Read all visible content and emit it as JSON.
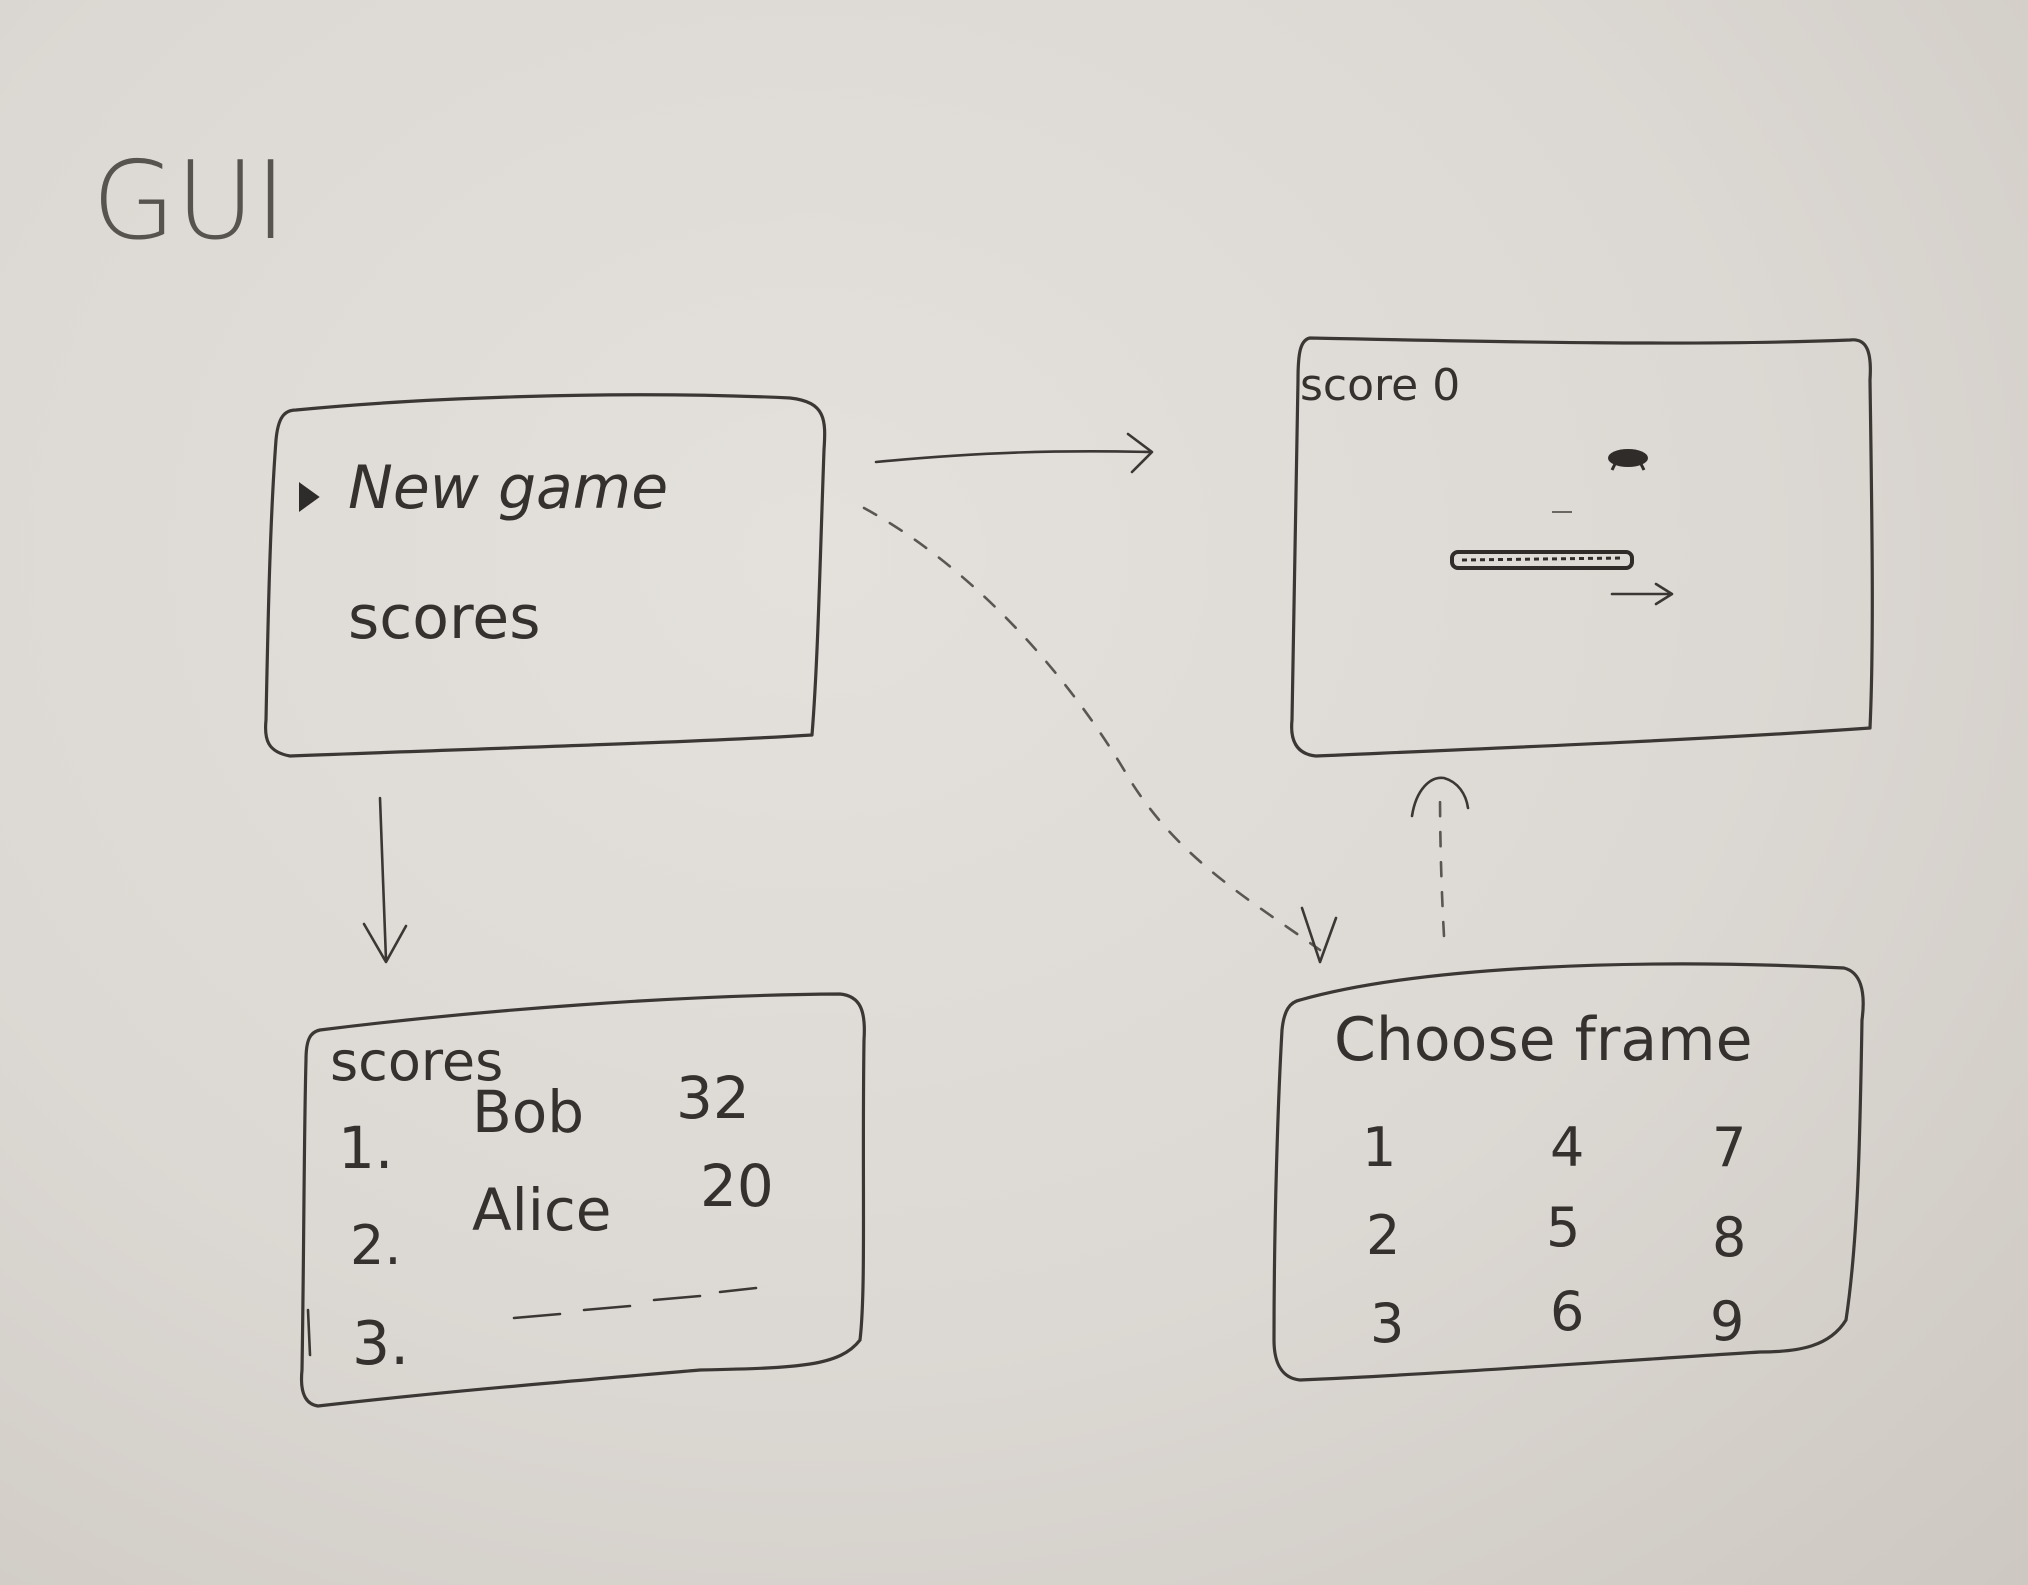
{
  "title": "GUI",
  "screens": {
    "main_menu": {
      "items": [
        "New game",
        "scores"
      ],
      "selected_index": 0
    },
    "game": {
      "score_label": "score 0"
    },
    "scores": {
      "title": "scores",
      "rows": [
        {
          "rank": "1.",
          "name": "Bob",
          "score": "32"
        },
        {
          "rank": "2.",
          "name": "Alice",
          "score": "20"
        },
        {
          "rank": "3.",
          "name": "",
          "score": ""
        }
      ]
    },
    "choose_frame": {
      "title": "Choose frame",
      "grid": [
        [
          "1",
          "4",
          "7"
        ],
        [
          "2",
          "5",
          "8"
        ],
        [
          "3",
          "6",
          "9"
        ]
      ]
    }
  },
  "icons": {
    "selector": "triangle-right-icon",
    "ball": "ball-icon",
    "paddle": "paddle-icon"
  }
}
